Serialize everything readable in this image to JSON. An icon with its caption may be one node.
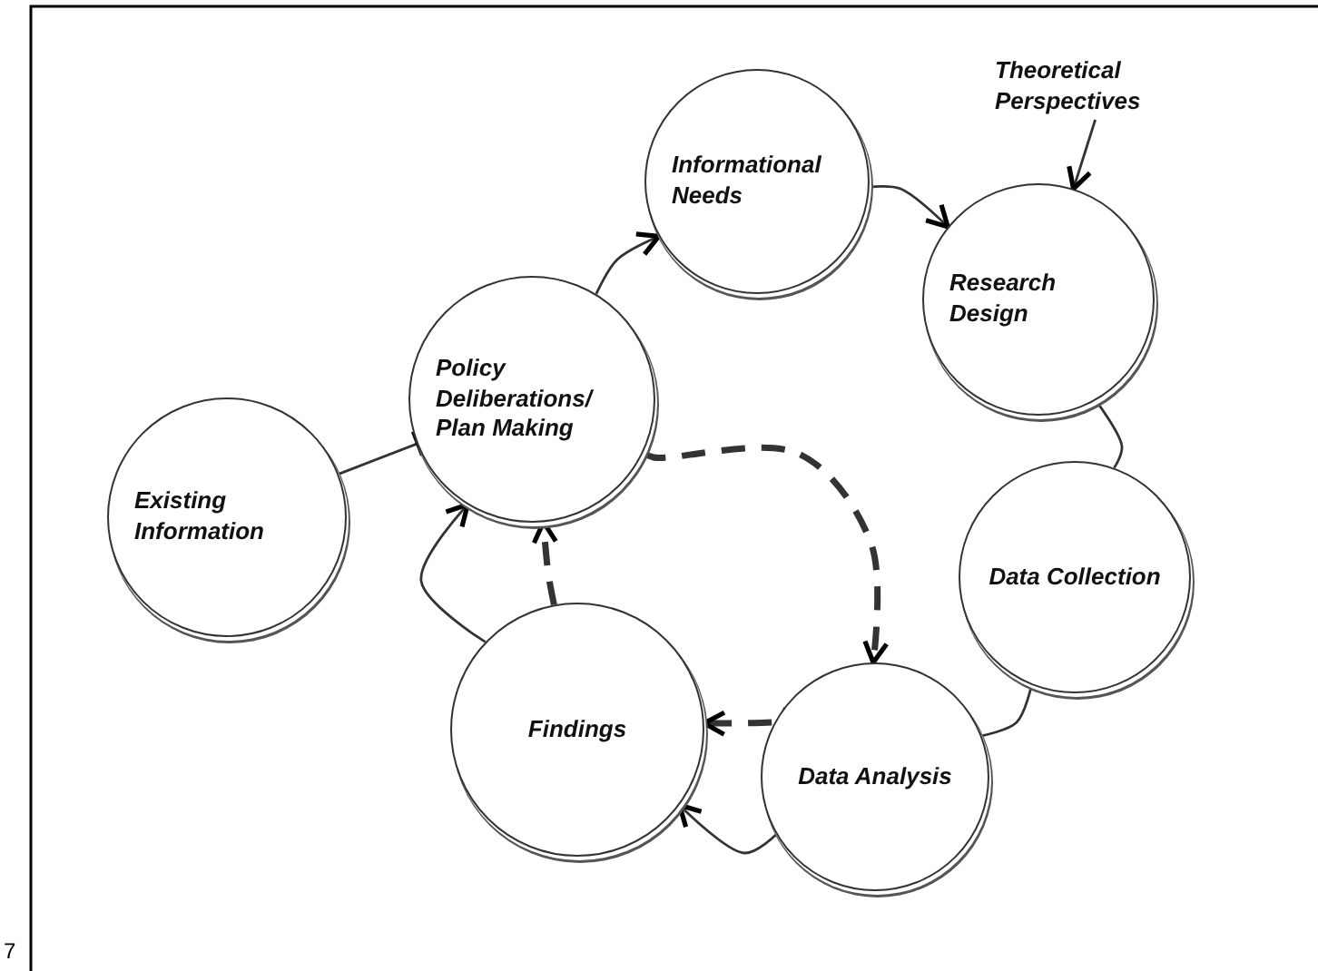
{
  "diagram": {
    "nodes": [
      {
        "text": [
          "Theoretical Perspectives"
        ]
      },
      {
        "text": [
          "Informational Needs"
        ]
      },
      {
        "text": [
          "Research Design"
        ]
      },
      {
        "text": [
          "Policy Deliberations/ Plan Making"
        ]
      },
      {
        "text": [
          "Existing Information"
        ]
      },
      {
        "text": [
          "Data Collection"
        ]
      },
      {
        "text": [
          "Findings"
        ]
      },
      {
        "text": [
          "Data Analysis"
        ]
      }
    ],
    "edges": [
      {
        "from": 3,
        "to": 1,
        "arrow": "to"
      },
      {
        "from": 1,
        "to": 2,
        "arrow": "to"
      },
      {
        "from": 2,
        "to": 5,
        "arrow": "none"
      },
      {
        "from": 5,
        "to": 7,
        "arrow": "none"
      },
      {
        "from": 7,
        "to": 6,
        "arrow": "to"
      },
      {
        "from": 6,
        "to": 3,
        "arrow": "to"
      },
      {
        "from": 0,
        "to": 2,
        "arrow": "to"
      },
      {
        "from": 4,
        "to": 3,
        "arrow": "other"
      },
      {
        "from": 3,
        "to": 7,
        "arrow": "to",
        "style": "dashed"
      },
      {
        "from": 7,
        "to": 6,
        "arrow": "to",
        "style": "dashed"
      },
      {
        "from": 6,
        "to": 3,
        "arrow": "to",
        "style": "dashed"
      }
    ],
    "labels": [
      "7"
    ]
  }
}
